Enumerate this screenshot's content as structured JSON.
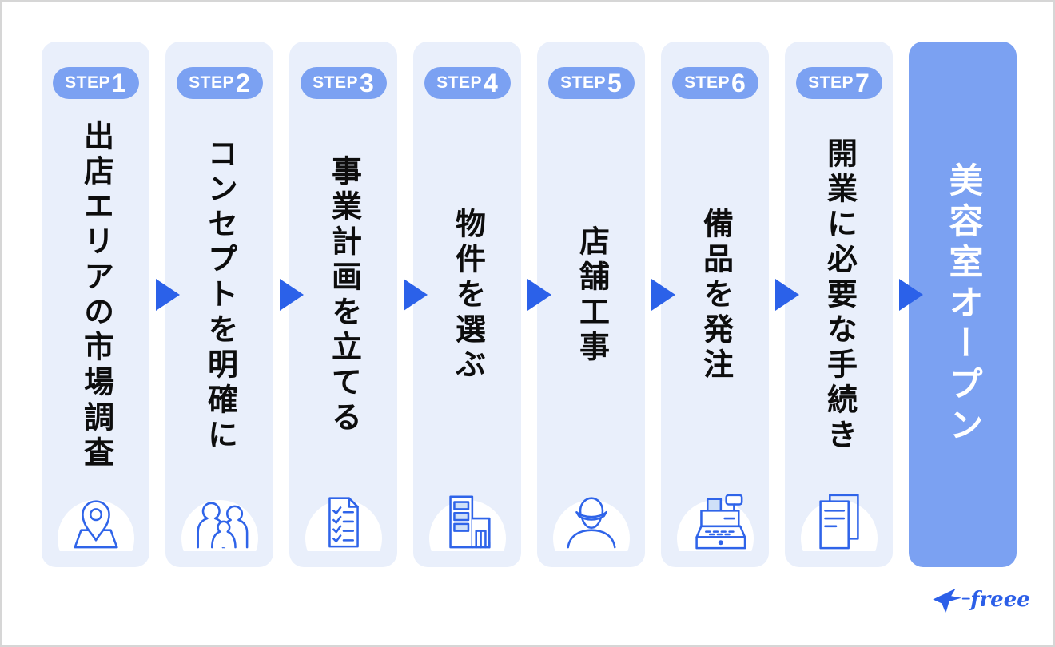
{
  "steps": [
    {
      "badge_prefix": "STEP",
      "badge_number": "1",
      "title": "出店エリアの市場調査",
      "icon": "map-pin-icon"
    },
    {
      "badge_prefix": "STEP",
      "badge_number": "2",
      "title": "コンセプトを明確に",
      "icon": "family-icon"
    },
    {
      "badge_prefix": "STEP",
      "badge_number": "3",
      "title": "事業計画を立てる",
      "icon": "checklist-icon"
    },
    {
      "badge_prefix": "STEP",
      "badge_number": "4",
      "title": "物件を選ぶ",
      "icon": "building-icon"
    },
    {
      "badge_prefix": "STEP",
      "badge_number": "5",
      "title": "店舗工事",
      "icon": "worker-icon"
    },
    {
      "badge_prefix": "STEP",
      "badge_number": "6",
      "title": "備品を発注",
      "icon": "cash-register-icon"
    },
    {
      "badge_prefix": "STEP",
      "badge_number": "7",
      "title": "開業に必要な手続き",
      "icon": "documents-icon"
    }
  ],
  "goal": {
    "title": "美容室オープン"
  },
  "brand": {
    "logo_text": "freee"
  },
  "colors": {
    "column_bg": "#e9effb",
    "badge_bg": "#7ba1f2",
    "goal_bg": "#7ba1f2",
    "arrow_blue": "#2b61e9",
    "icon_stroke": "#2f64e9",
    "icon_window_fill": "#cfe0f8",
    "title_text": "#0d0d0d",
    "brand_blue": "#2c5fe8"
  }
}
